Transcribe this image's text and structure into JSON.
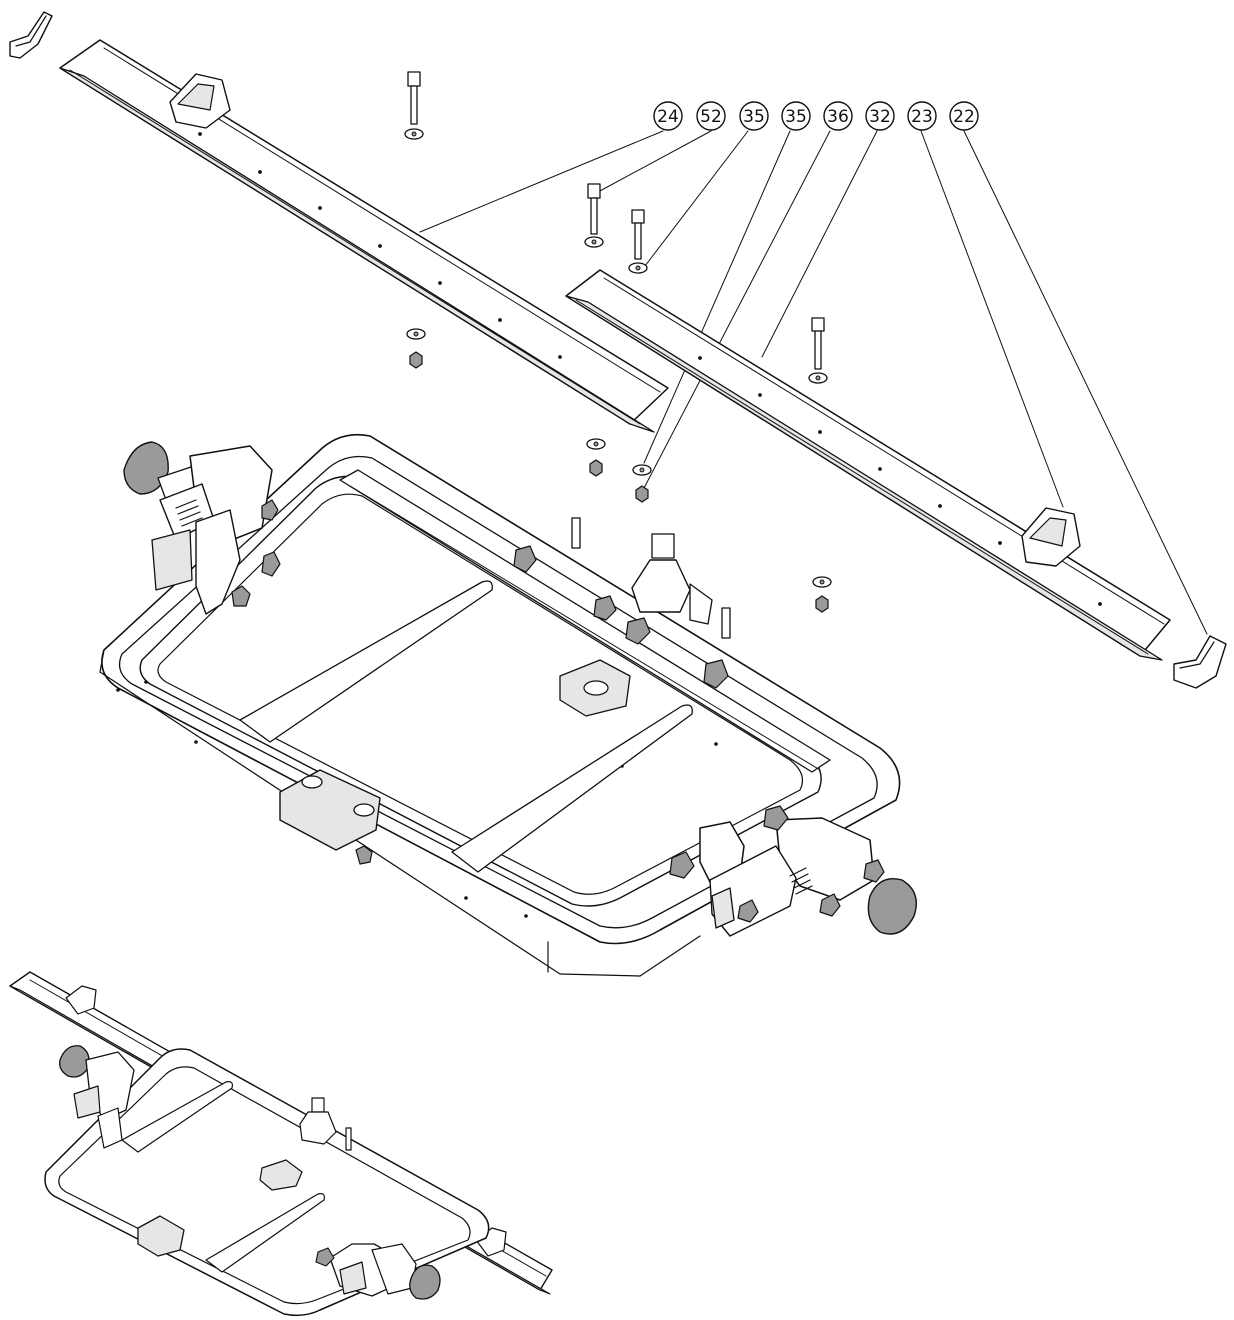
{
  "callouts": [
    {
      "label": "24"
    },
    {
      "label": "52"
    },
    {
      "label": "35"
    },
    {
      "label": "35"
    },
    {
      "label": "36"
    },
    {
      "label": "32"
    },
    {
      "label": "23"
    },
    {
      "label": "22"
    }
  ],
  "colors": {
    "ink": "#111111",
    "background": "#ffffff",
    "shade": "#e6e6e6"
  }
}
